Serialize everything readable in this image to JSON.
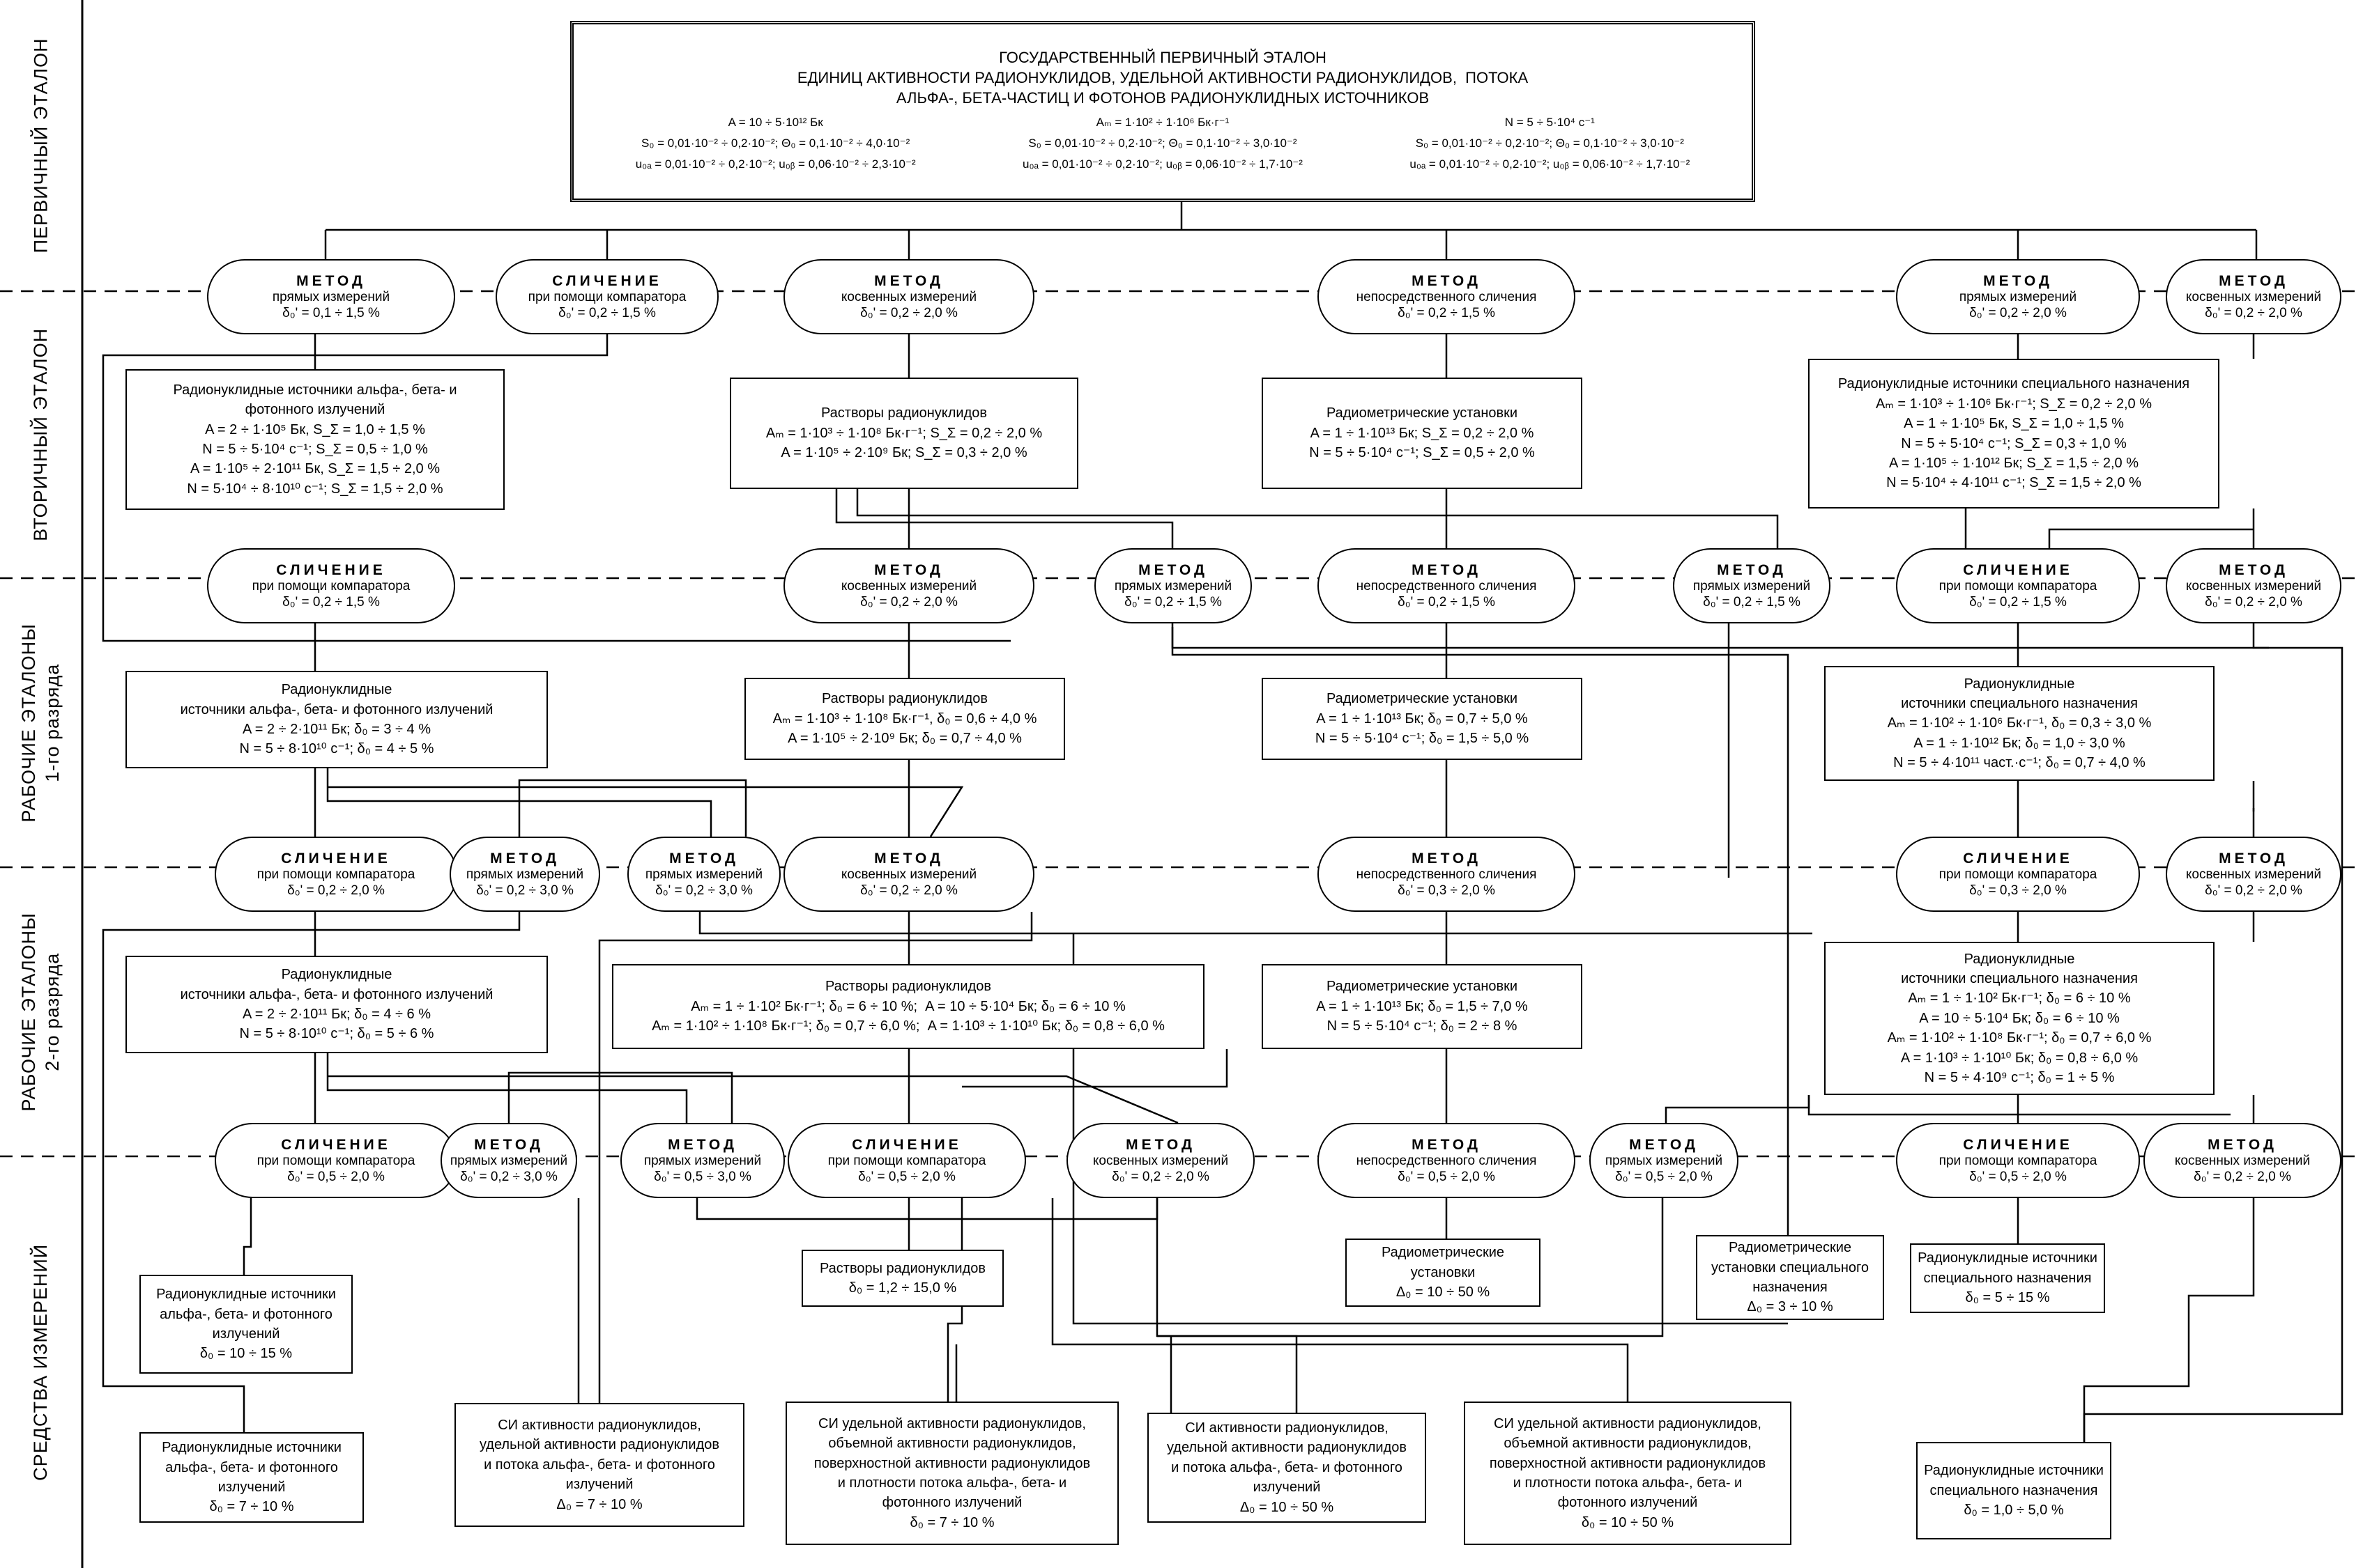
{
  "bands": [
    {
      "key": "primary",
      "label": "ПЕРВИЧНЫЙ ЭТАЛОН"
    },
    {
      "key": "secondary",
      "label": "ВТОРИЧНЫЙ ЭТАЛОН"
    },
    {
      "key": "work1",
      "label": "РАБОЧИЕ ЭТАЛОНЫ\n1-го разряда"
    },
    {
      "key": "work2",
      "label": "РАБОЧИЕ ЭТАЛОНЫ\n2-го разряда"
    },
    {
      "key": "si",
      "label": "СРЕДСТВА ИЗМЕРЕНИЙ"
    }
  ],
  "title": {
    "heading": "ГОСУДАРСТВЕННЫЙ ПЕРВИЧНЫЙ ЭТАЛОН\nЕДИНИЦ АКТИВНОСТИ РАДИОНУКЛИДОВ, УДЕЛЬНОЙ АКТИВНОСТИ РАДИОНУКЛИДОВ,  ПОТОКА\nАЛЬФА-, БЕТА-ЧАСТИЦ И ФОТОНОВ РАДИОНУКЛИДНЫХ ИСТОЧНИКОВ",
    "columns": [
      [
        "A = 10 ÷ 5·10¹² Бк",
        "S₀ = 0,01·10⁻² ÷ 0,2·10⁻²; Θ₀ = 0,1·10⁻² ÷ 4,0·10⁻²",
        "u₀ₐ = 0,01·10⁻² ÷ 0,2·10⁻²; u₀ᵦ = 0,06·10⁻² ÷ 2,3·10⁻²"
      ],
      [
        "Aₘ = 1·10² ÷ 1·10⁶ Бк·г⁻¹",
        "S₀ = 0,01·10⁻² ÷ 0,2·10⁻²; Θ₀ = 0,1·10⁻² ÷ 3,0·10⁻²",
        "u₀ₐ = 0,01·10⁻² ÷ 0,2·10⁻²; u₀ᵦ = 0,06·10⁻² ÷ 1,7·10⁻²"
      ],
      [
        "N = 5 ÷ 5·10⁴ с⁻¹",
        "S₀ = 0,01·10⁻² ÷ 0,2·10⁻²; Θ₀ = 0,1·10⁻² ÷ 3,0·10⁻²",
        "u₀ₐ = 0,01·10⁻² ÷ 0,2·10⁻²; u₀ᵦ = 0,06·10⁻² ÷ 1,7·10⁻²"
      ]
    ]
  },
  "methods": [
    {
      "id": "m1",
      "head": "МЕТОД",
      "sub": "прямых измерений",
      "val": "δ₀' = 0,1 ÷ 1,5 %"
    },
    {
      "id": "m2",
      "head": "СЛИЧЕНИЕ",
      "sub": "при помощи компаратора",
      "val": "δ₀' = 0,2 ÷ 1,5 %"
    },
    {
      "id": "m3",
      "head": "МЕТОД",
      "sub": "косвенных измерений",
      "val": "δ₀' = 0,2 ÷ 2,0 %"
    },
    {
      "id": "m4",
      "head": "МЕТОД",
      "sub": "непосредственного сличения",
      "val": "δ₀' = 0,2 ÷ 1,5 %"
    },
    {
      "id": "m5",
      "head": "МЕТОД",
      "sub": "прямых измерений",
      "val": "δ₀' = 0,2 ÷ 2,0 %"
    },
    {
      "id": "m6",
      "head": "МЕТОД",
      "sub": "косвенных измерений",
      "val": "δ₀' = 0,2 ÷ 2,0 %"
    },
    {
      "id": "m7",
      "head": "СЛИЧЕНИЕ",
      "sub": "при помощи компаратора",
      "val": "δ₀' = 0,2 ÷ 1,5 %"
    },
    {
      "id": "m8",
      "head": "МЕТОД",
      "sub": "косвенных измерений",
      "val": "δ₀' = 0,2 ÷ 2,0 %"
    },
    {
      "id": "m9",
      "head": "МЕТОД",
      "sub": "прямых измерений",
      "val": "δ₀' = 0,2 ÷ 1,5 %"
    },
    {
      "id": "m10",
      "head": "МЕТОД",
      "sub": "непосредственного сличения",
      "val": "δ₀' = 0,2 ÷ 1,5 %"
    },
    {
      "id": "m11",
      "head": "МЕТОД",
      "sub": "прямых измерений",
      "val": "δ₀' = 0,2 ÷ 1,5 %"
    },
    {
      "id": "m12",
      "head": "СЛИЧЕНИЕ",
      "sub": "при помощи компаратора",
      "val": "δ₀' = 0,2 ÷ 1,5 %"
    },
    {
      "id": "m13",
      "head": "МЕТОД",
      "sub": "косвенных измерений",
      "val": "δ₀' = 0,2 ÷ 2,0 %"
    },
    {
      "id": "m14",
      "head": "СЛИЧЕНИЕ",
      "sub": "при помощи компаратора",
      "val": "δ₀' = 0,2 ÷ 2,0 %"
    },
    {
      "id": "m15",
      "head": "МЕТОД",
      "sub": "прямых измерений",
      "val": "δ₀' = 0,2 ÷ 3,0 %"
    },
    {
      "id": "m16",
      "head": "МЕТОД",
      "sub": "прямых измерений",
      "val": "δ₀' = 0,2 ÷ 3,0 %"
    },
    {
      "id": "m17",
      "head": "МЕТОД",
      "sub": "косвенных измерений",
      "val": "δ₀' = 0,2 ÷ 2,0 %"
    },
    {
      "id": "m18",
      "head": "МЕТОД",
      "sub": "непосредственного сличения",
      "val": "δ₀' = 0,3 ÷ 2,0 %"
    },
    {
      "id": "m19",
      "head": "СЛИЧЕНИЕ",
      "sub": "при помощи компаратора",
      "val": "δ₀' = 0,3 ÷ 2,0 %"
    },
    {
      "id": "m20",
      "head": "МЕТОД",
      "sub": "косвенных измерений",
      "val": "δ₀' = 0,2 ÷ 2,0 %"
    },
    {
      "id": "m21",
      "head": "СЛИЧЕНИЕ",
      "sub": "при помощи компаратора",
      "val": "δ₀' = 0,5 ÷ 2,0 %"
    },
    {
      "id": "m22",
      "head": "МЕТОД",
      "sub": "прямых измерений",
      "val": "δ₀' = 0,2 ÷ 3,0 %"
    },
    {
      "id": "m23",
      "head": "МЕТОД",
      "sub": "прямых измерений",
      "val": "δ₀' = 0,5 ÷ 3,0 %"
    },
    {
      "id": "m24",
      "head": "СЛИЧЕНИЕ",
      "sub": "при помощи компаратора",
      "val": "δ₀' = 0,5 ÷ 2,0 %"
    },
    {
      "id": "m25",
      "head": "МЕТОД",
      "sub": "косвенных измерений",
      "val": "δ₀' = 0,2 ÷ 2,0 %"
    },
    {
      "id": "m26",
      "head": "МЕТОД",
      "sub": "непосредственного сличения",
      "val": "δ₀' = 0,5 ÷ 2,0 %"
    },
    {
      "id": "m27",
      "head": "МЕТОД",
      "sub": "прямых измерений",
      "val": "δ₀' = 0,5 ÷ 2,0 %"
    },
    {
      "id": "m28",
      "head": "СЛИЧЕНИЕ",
      "sub": "при помощи компаратора",
      "val": "δ₀' = 0,5 ÷ 2,0 %"
    },
    {
      "id": "m29",
      "head": "МЕТОД",
      "sub": "косвенных измерений",
      "val": "δ₀' = 0,2 ÷ 2,0 %"
    }
  ],
  "boxes": [
    {
      "id": "b1",
      "title": "Радионуклидные источники альфа-, бета- и\nфотонного излучений",
      "lines": [
        "A = 2 ÷ 1·10⁵ Бк, S_Σ = 1,0 ÷ 1,5 %",
        "N = 5 ÷ 5·10⁴ с⁻¹; S_Σ = 0,5 ÷ 1,0 %",
        "A = 1·10⁵ ÷ 2·10¹¹ Бк, S_Σ = 1,5 ÷ 2,0 %",
        "N = 5·10⁴ ÷ 8·10¹⁰ с⁻¹; S_Σ = 1,5 ÷ 2,0 %"
      ]
    },
    {
      "id": "b2",
      "title": "Растворы радионуклидов",
      "lines": [
        "Aₘ = 1·10³ ÷ 1·10⁸ Бк·г⁻¹; S_Σ = 0,2 ÷ 2,0 %",
        "A = 1·10⁵ ÷ 2·10⁹ Бк; S_Σ = 0,3 ÷ 2,0 %"
      ]
    },
    {
      "id": "b3",
      "title": "Радиометрические установки",
      "lines": [
        "A = 1 ÷ 1·10¹³ Бк; S_Σ = 0,2 ÷ 2,0 %",
        "N = 5 ÷ 5·10⁴ с⁻¹; S_Σ = 0,5 ÷ 2,0 %"
      ]
    },
    {
      "id": "b4",
      "title": "Радионуклидные источники специального назначения",
      "lines": [
        "Aₘ = 1·10³ ÷ 1·10⁶ Бк·г⁻¹; S_Σ = 0,2 ÷ 2,0 %",
        "A = 1 ÷ 1·10⁵ Бк, S_Σ = 1,0 ÷ 1,5 %",
        "N = 5 ÷ 5·10⁴ с⁻¹; S_Σ = 0,3 ÷ 1,0 %",
        "A = 1·10⁵ ÷ 1·10¹² Бк; S_Σ = 1,5 ÷ 2,0 %",
        "N = 5·10⁴ ÷ 4·10¹¹ с⁻¹; S_Σ = 1,5 ÷ 2,0 %"
      ]
    },
    {
      "id": "b5",
      "title": "Радионуклидные\nисточники альфа-, бета- и фотонного излучений",
      "lines": [
        "A = 2 ÷ 2·10¹¹ Бк; δ₀ = 3 ÷ 4 %",
        "N = 5 ÷ 8·10¹⁰ с⁻¹; δ₀ = 4 ÷ 5 %"
      ]
    },
    {
      "id": "b6",
      "title": "Растворы радионуклидов",
      "lines": [
        "Aₘ = 1·10³ ÷ 1·10⁸ Бк·г⁻¹, δ₀ = 0,6 ÷ 4,0 %",
        "A = 1·10⁵ ÷ 2·10⁹ Бк; δ₀ = 0,7 ÷ 4,0 %"
      ]
    },
    {
      "id": "b7",
      "title": "Радиометрические установки",
      "lines": [
        "A = 1 ÷ 1·10¹³ Бк; δ₀ = 0,7 ÷ 5,0 %",
        "N = 5 ÷ 5·10⁴ с⁻¹; δ₀ = 1,5 ÷ 5,0 %"
      ]
    },
    {
      "id": "b8",
      "title": "Радионуклидные\nисточники специального назначения",
      "lines": [
        "Aₘ = 1·10² ÷ 1·10⁶ Бк·г⁻¹, δ₀ = 0,3 ÷ 3,0 %",
        "A = 1 ÷ 1·10¹² Бк; δ₀ = 1,0 ÷ 3,0 %",
        "N = 5 ÷ 4·10¹¹ част.·с⁻¹; δ₀ = 0,7 ÷ 4,0 %"
      ]
    },
    {
      "id": "b9",
      "title": "Радионуклидные\nисточники альфа-, бета- и фотонного излучений",
      "lines": [
        "A = 2 ÷ 2·10¹¹ Бк; δ₀ = 4 ÷ 6 %",
        "N = 5 ÷ 8·10¹⁰ с⁻¹; δ₀ = 5 ÷ 6 %"
      ]
    },
    {
      "id": "b10",
      "title": "Растворы радионуклидов",
      "lines": [
        "Aₘ = 1 ÷ 1·10² Бк·г⁻¹; δ₀ = 6 ÷ 10 %;  A = 10 ÷ 5·10⁴ Бк; δ₀ = 6 ÷ 10 %",
        "Aₘ = 1·10² ÷ 1·10⁸ Бк·г⁻¹; δ₀ = 0,7 ÷ 6,0 %;  A = 1·10³ ÷ 1·10¹⁰ Бк; δ₀ = 0,8 ÷ 6,0 %"
      ]
    },
    {
      "id": "b11",
      "title": "Радиометрические установки",
      "lines": [
        "A = 1 ÷ 1·10¹³ Бк; δ₀ = 1,5 ÷ 7,0 %",
        "N = 5 ÷ 5·10⁴ с⁻¹; δ₀ = 2 ÷ 8 %"
      ]
    },
    {
      "id": "b12",
      "title": "Радионуклидные\nисточники специального назначения",
      "lines": [
        "Aₘ = 1 ÷ 1·10² Бк·г⁻¹; δ₀ = 6 ÷ 10 %",
        "A = 10 ÷ 5·10⁴ Бк; δ₀ = 6 ÷ 10 %",
        "Aₘ = 1·10² ÷ 1·10⁸ Бк·г⁻¹; δ₀ = 0,7 ÷ 6,0 %",
        "A = 1·10³ ÷ 1·10¹⁰ Бк; δ₀ = 0,8 ÷ 6,0 %",
        "N = 5 ÷ 4·10⁹ с⁻¹; δ₀ = 1 ÷ 5 %"
      ]
    },
    {
      "id": "b13",
      "title": "Радионуклидные источники\nальфа-, бета- и фотонного\nизлучений",
      "lines": [
        "δ₀ = 10 ÷ 15 %"
      ]
    },
    {
      "id": "b14",
      "title": "Растворы радионуклидов",
      "lines": [
        "δ₀ = 1,2 ÷ 15,0 %"
      ]
    },
    {
      "id": "b15",
      "title": "Радиометрические\nустановки",
      "lines": [
        "Δ₀ = 10 ÷ 50 %"
      ]
    },
    {
      "id": "b16",
      "title": "Радиометрические\nустановки специального\nназначения",
      "lines": [
        "Δ₀ = 3 ÷ 10 %"
      ]
    },
    {
      "id": "b17",
      "title": "Радионуклидные источники\nспециального назначения",
      "lines": [
        "δ₀ = 5 ÷ 15 %"
      ]
    },
    {
      "id": "b18",
      "title": "Радионуклидные источники\nальфа-, бета- и фотонного\nизлучений",
      "lines": [
        "δ₀ = 7 ÷ 10 %"
      ]
    },
    {
      "id": "b19",
      "title": "СИ активности радионуклидов,\nудельной активности радионуклидов\nи потока альфа-, бета- и фотонного\nизлучений",
      "lines": [
        "Δ₀ = 7 ÷ 10 %"
      ]
    },
    {
      "id": "b20",
      "title": "СИ удельной активности радионуклидов,\nобъемной активности радионуклидов,\nповерхностной активности радионуклидов\nи плотности потока альфа-, бета- и\nфотонного излучений",
      "lines": [
        "δ₀ = 7 ÷ 10 %"
      ]
    },
    {
      "id": "b21",
      "title": "СИ активности радионуклидов,\nудельной активности радионуклидов\nи потока альфа-, бета- и фотонного\nизлучений",
      "lines": [
        "Δ₀ = 10 ÷ 50 %"
      ]
    },
    {
      "id": "b22",
      "title": "СИ удельной активности радионуклидов,\nобъемной активности радионуклидов,\nповерхностной активности радионуклидов\nи плотности потока альфа-, бета- и\nфотонного излучений",
      "lines": [
        "δ₀ = 10 ÷ 50 %"
      ]
    },
    {
      "id": "b23",
      "title": "Радионуклидные источники\nспециального назначения",
      "lines": [
        "δ₀ = 1,0 ÷ 5,0 %"
      ]
    }
  ]
}
